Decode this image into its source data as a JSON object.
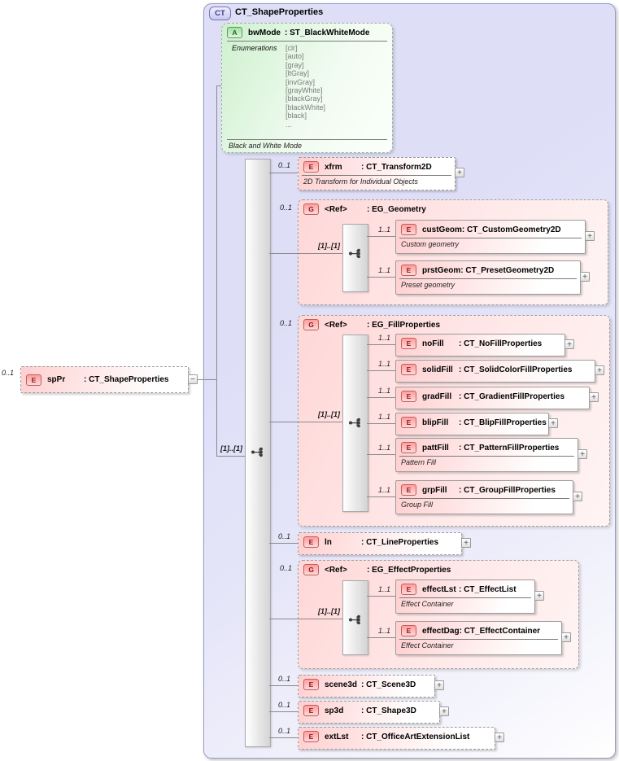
{
  "root": {
    "badge": "CT",
    "title": "CT_ShapeProperties"
  },
  "icons": {
    "expand_plus": "+",
    "collapse_minus": "−",
    "element_badge": "E",
    "group_badge": "G",
    "attribute_badge": "A"
  },
  "colors": {
    "container_bg": "#dedef7",
    "element_fill": "#ffcfcf",
    "group_fill": "#ffd7d7",
    "attribute_fill": "#cff0cf",
    "badge_red_text": "#8c1a1a",
    "badge_green_text": "#1c6e1c",
    "root_accent": "#3a3a8c",
    "connector": "#8a8a8a"
  },
  "sequence": {
    "cardinality": "[1]..[1]"
  },
  "nodes": {
    "spPr": {
      "cardinality": "0..1",
      "name": "spPr",
      "type": ": CT_ShapeProperties"
    },
    "bwMode": {
      "name": "bwMode",
      "type": ": ST_BlackWhiteMode",
      "enum_label": "Enumerations",
      "enums": [
        "[clr]",
        "[auto]",
        "[gray]",
        "[ltGray]",
        "[invGray]",
        "[grayWhite]",
        "[blackGray]",
        "[blackWhite]",
        "[black]",
        "..."
      ],
      "doc": "Black and White Mode"
    },
    "xfrm": {
      "cardinality": "0..1",
      "name": "xfrm",
      "type": ": CT_Transform2D",
      "doc": "2D Transform for Individual Objects"
    },
    "geometry": {
      "cardinality": "0..1",
      "name": "<Ref>",
      "type": ": EG_Geometry",
      "choice_cardinality": "[1]..[1]"
    },
    "custGeom": {
      "cardinality": "1..1",
      "name": "custGeom",
      "type": ": CT_CustomGeometry2D",
      "doc": "Custom geometry"
    },
    "prstGeom": {
      "cardinality": "1..1",
      "name": "prstGeom",
      "type": ": CT_PresetGeometry2D",
      "doc": "Preset geometry"
    },
    "fill": {
      "cardinality": "0..1",
      "name": "<Ref>",
      "type": ": EG_FillProperties",
      "choice_cardinality": "[1]..[1]"
    },
    "noFill": {
      "cardinality": "1..1",
      "name": "noFill",
      "type": ": CT_NoFillProperties"
    },
    "solidFill": {
      "cardinality": "1..1",
      "name": "solidFill",
      "type": ": CT_SolidColorFillProperties"
    },
    "gradFill": {
      "cardinality": "1..1",
      "name": "gradFill",
      "type": ": CT_GradientFillProperties"
    },
    "blipFill": {
      "cardinality": "1..1",
      "name": "blipFill",
      "type": ": CT_BlipFillProperties"
    },
    "pattFill": {
      "cardinality": "1..1",
      "name": "pattFill",
      "type": ": CT_PatternFillProperties",
      "doc": "Pattern Fill"
    },
    "grpFill": {
      "cardinality": "1..1",
      "name": "grpFill",
      "type": ": CT_GroupFillProperties",
      "doc": "Group Fill"
    },
    "ln": {
      "cardinality": "0..1",
      "name": "ln",
      "type": ": CT_LineProperties"
    },
    "effect": {
      "cardinality": "0..1",
      "name": "<Ref>",
      "type": ": EG_EffectProperties",
      "choice_cardinality": "[1]..[1]"
    },
    "effectLst": {
      "cardinality": "1..1",
      "name": "effectLst",
      "type": ": CT_EffectList",
      "doc": "Effect Container"
    },
    "effectDag": {
      "cardinality": "1..1",
      "name": "effectDag",
      "type": ": CT_EffectContainer",
      "doc": "Effect Container"
    },
    "scene3d": {
      "cardinality": "0..1",
      "name": "scene3d",
      "type": ": CT_Scene3D"
    },
    "sp3d": {
      "cardinality": "0..1",
      "name": "sp3d",
      "type": ": CT_Shape3D"
    },
    "extLst": {
      "cardinality": "0..1",
      "name": "extLst",
      "type": ": CT_OfficeArtExtensionList"
    }
  }
}
